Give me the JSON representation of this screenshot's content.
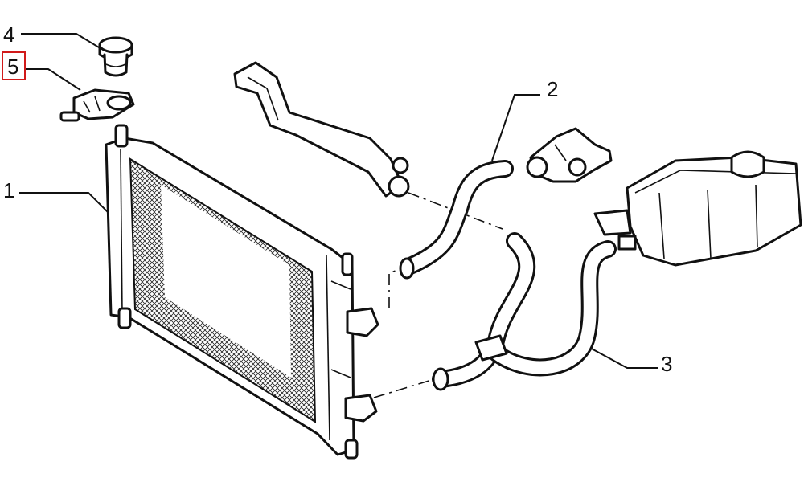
{
  "callouts": {
    "c1": "1",
    "c2": "2",
    "c3": "3",
    "c4": "4",
    "c5": "5"
  },
  "highlight_color": "#d11a1a",
  "highlighted_callout": "5"
}
